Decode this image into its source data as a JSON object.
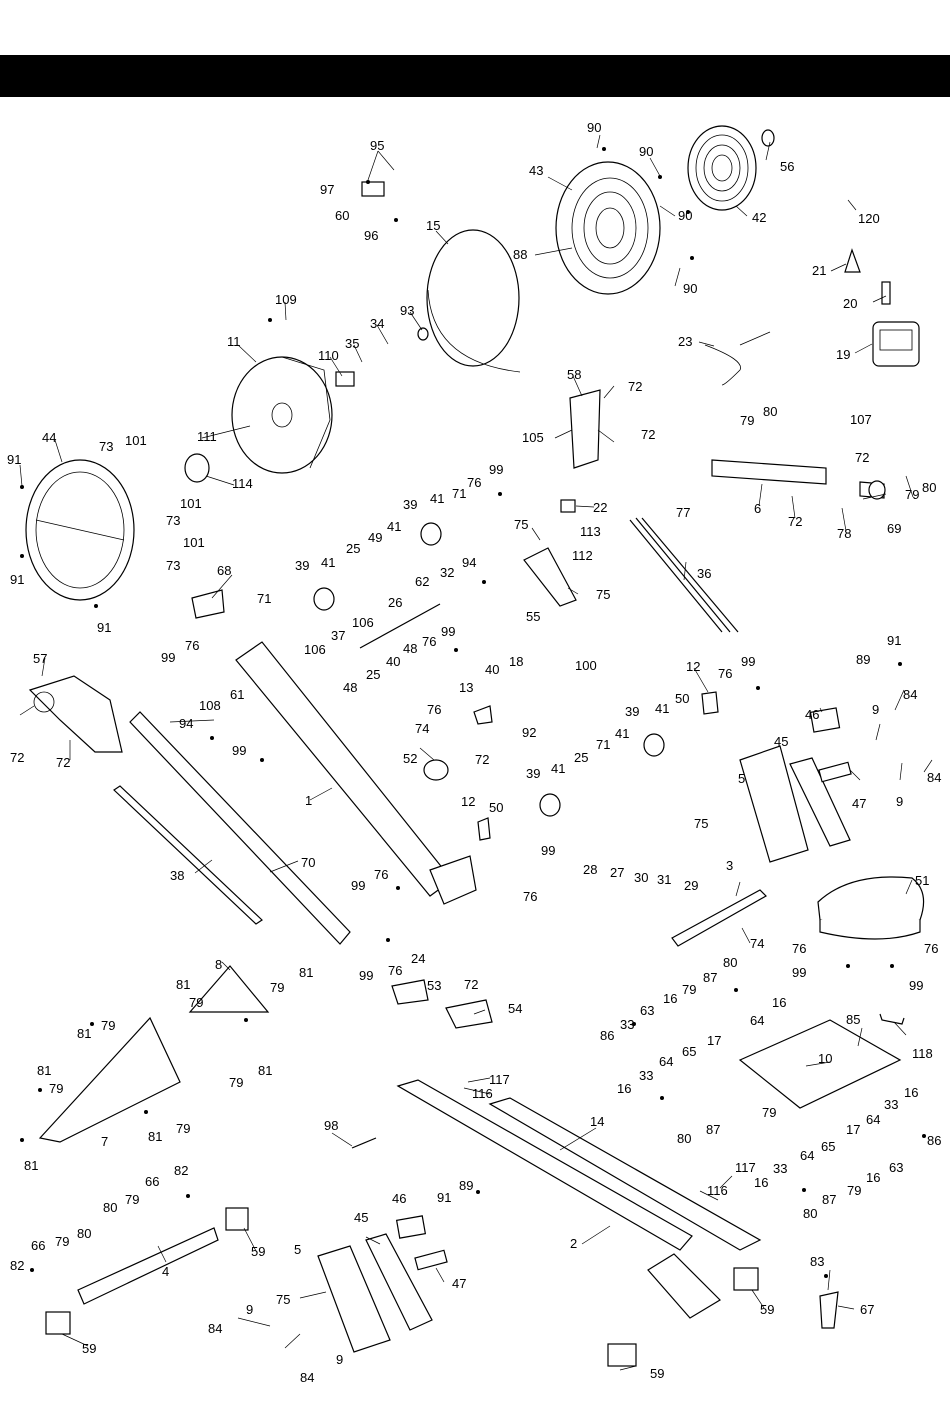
{
  "header": {
    "title": ""
  },
  "labels": [
    {
      "id": "p90a",
      "text": "90"
    },
    {
      "id": "p95",
      "text": "95"
    },
    {
      "id": "p90b",
      "text": "90"
    },
    {
      "id": "p43",
      "text": "43"
    },
    {
      "id": "p56",
      "text": "56"
    },
    {
      "id": "p97",
      "text": "97"
    },
    {
      "id": "p60",
      "text": "60"
    },
    {
      "id": "p96",
      "text": "96"
    },
    {
      "id": "p15",
      "text": "15"
    },
    {
      "id": "p90c",
      "text": "90"
    },
    {
      "id": "p42",
      "text": "42"
    },
    {
      "id": "p120",
      "text": "120"
    },
    {
      "id": "p88",
      "text": "88"
    },
    {
      "id": "p90d",
      "text": "90"
    },
    {
      "id": "p21",
      "text": "21"
    },
    {
      "id": "p109",
      "text": "109"
    },
    {
      "id": "p20",
      "text": "20"
    },
    {
      "id": "p93",
      "text": "93"
    },
    {
      "id": "p34",
      "text": "34"
    },
    {
      "id": "p11",
      "text": "11"
    },
    {
      "id": "p35",
      "text": "35"
    },
    {
      "id": "p23",
      "text": "23"
    },
    {
      "id": "p19",
      "text": "19"
    },
    {
      "id": "p110",
      "text": "110"
    },
    {
      "id": "p58",
      "text": "58"
    },
    {
      "id": "p72a",
      "text": "72"
    },
    {
      "id": "p79a",
      "text": "79"
    },
    {
      "id": "p80a",
      "text": "80"
    },
    {
      "id": "p107",
      "text": "107"
    },
    {
      "id": "p44",
      "text": "44"
    },
    {
      "id": "p111",
      "text": "111"
    },
    {
      "id": "p105",
      "text": "105"
    },
    {
      "id": "p72b",
      "text": "72"
    },
    {
      "id": "p73a",
      "text": "73"
    },
    {
      "id": "p101a",
      "text": "101"
    },
    {
      "id": "p72c",
      "text": "72"
    },
    {
      "id": "p91a",
      "text": "91"
    },
    {
      "id": "p114",
      "text": "114"
    },
    {
      "id": "p99a",
      "text": "99"
    },
    {
      "id": "p79b",
      "text": "79"
    },
    {
      "id": "p80b",
      "text": "80"
    },
    {
      "id": "p71a",
      "text": "71"
    },
    {
      "id": "p76a",
      "text": "76"
    },
    {
      "id": "p101b",
      "text": "101"
    },
    {
      "id": "p39a",
      "text": "39"
    },
    {
      "id": "p41a",
      "text": "41"
    },
    {
      "id": "p22",
      "text": "22"
    },
    {
      "id": "p77",
      "text": "77"
    },
    {
      "id": "p6",
      "text": "6"
    },
    {
      "id": "p72d",
      "text": "72"
    },
    {
      "id": "p69",
      "text": "69"
    },
    {
      "id": "p73b",
      "text": "73"
    },
    {
      "id": "p75a",
      "text": "75"
    },
    {
      "id": "p113",
      "text": "113"
    },
    {
      "id": "p78",
      "text": "78"
    },
    {
      "id": "p49",
      "text": "49"
    },
    {
      "id": "p41b",
      "text": "41"
    },
    {
      "id": "p25a",
      "text": "25"
    },
    {
      "id": "p101c",
      "text": "101"
    },
    {
      "id": "p112",
      "text": "112"
    },
    {
      "id": "p91b",
      "text": "91"
    },
    {
      "id": "p73c",
      "text": "73"
    },
    {
      "id": "p39b",
      "text": "39"
    },
    {
      "id": "p41c",
      "text": "41"
    },
    {
      "id": "p94a",
      "text": "94"
    },
    {
      "id": "p36",
      "text": "36"
    },
    {
      "id": "p68",
      "text": "68"
    },
    {
      "id": "p62",
      "text": "62"
    },
    {
      "id": "p32",
      "text": "32"
    },
    {
      "id": "p75b",
      "text": "75"
    },
    {
      "id": "p71b",
      "text": "71"
    },
    {
      "id": "p26",
      "text": "26"
    },
    {
      "id": "p55",
      "text": "55"
    },
    {
      "id": "p91c",
      "text": "91"
    },
    {
      "id": "p106a",
      "text": "106"
    },
    {
      "id": "p37",
      "text": "37"
    },
    {
      "id": "p106b",
      "text": "106"
    },
    {
      "id": "p48a",
      "text": "48"
    },
    {
      "id": "p76b",
      "text": "76"
    },
    {
      "id": "p99b",
      "text": "99"
    },
    {
      "id": "p91d",
      "text": "91"
    },
    {
      "id": "p57",
      "text": "57"
    },
    {
      "id": "p76c",
      "text": "76"
    },
    {
      "id": "p99c",
      "text": "99"
    },
    {
      "id": "p40a",
      "text": "40"
    },
    {
      "id": "p18",
      "text": "18"
    },
    {
      "id": "p100",
      "text": "100"
    },
    {
      "id": "p89a",
      "text": "89"
    },
    {
      "id": "p12a",
      "text": "12"
    },
    {
      "id": "p76d",
      "text": "76"
    },
    {
      "id": "p99d",
      "text": "99"
    },
    {
      "id": "p48b",
      "text": "48"
    },
    {
      "id": "p25b",
      "text": "25"
    },
    {
      "id": "p40b",
      "text": "40"
    },
    {
      "id": "p84a",
      "text": "84"
    },
    {
      "id": "p108",
      "text": "108"
    },
    {
      "id": "p61",
      "text": "61"
    },
    {
      "id": "p13",
      "text": "13"
    },
    {
      "id": "p50a",
      "text": "50"
    },
    {
      "id": "p94b",
      "text": "94"
    },
    {
      "id": "p76e",
      "text": "76"
    },
    {
      "id": "p74a",
      "text": "74"
    },
    {
      "id": "p92",
      "text": "92"
    },
    {
      "id": "p39c",
      "text": "39"
    },
    {
      "id": "p41d",
      "text": "41"
    },
    {
      "id": "p72e",
      "text": "72"
    },
    {
      "id": "p99e",
      "text": "99"
    },
    {
      "id": "p46a",
      "text": "46"
    },
    {
      "id": "p9a",
      "text": "9"
    },
    {
      "id": "p45a",
      "text": "45"
    },
    {
      "id": "p72f",
      "text": "72"
    },
    {
      "id": "p52",
      "text": "52"
    },
    {
      "id": "p72g",
      "text": "72"
    },
    {
      "id": "p71c",
      "text": "71"
    },
    {
      "id": "p41e",
      "text": "41"
    },
    {
      "id": "p84b",
      "text": "84"
    },
    {
      "id": "p25c",
      "text": "25"
    },
    {
      "id": "p5a",
      "text": "5"
    },
    {
      "id": "p1",
      "text": "1"
    },
    {
      "id": "p39d",
      "text": "39"
    },
    {
      "id": "p41f",
      "text": "41"
    },
    {
      "id": "p47a",
      "text": "47"
    },
    {
      "id": "p9b",
      "text": "9"
    },
    {
      "id": "p12b",
      "text": "12"
    },
    {
      "id": "p50b",
      "text": "50"
    },
    {
      "id": "p75c",
      "text": "75"
    },
    {
      "id": "p99f",
      "text": "99"
    },
    {
      "id": "p38",
      "text": "38"
    },
    {
      "id": "p70",
      "text": "70"
    },
    {
      "id": "p28",
      "text": "28"
    },
    {
      "id": "p27",
      "text": "27"
    },
    {
      "id": "p30",
      "text": "30"
    },
    {
      "id": "p31",
      "text": "31"
    },
    {
      "id": "p3",
      "text": "3"
    },
    {
      "id": "p51",
      "text": "51"
    },
    {
      "id": "p99g",
      "text": "99"
    },
    {
      "id": "p76f",
      "text": "76"
    },
    {
      "id": "p76g",
      "text": "76"
    },
    {
      "id": "p29",
      "text": "29"
    },
    {
      "id": "p74b",
      "text": "74"
    },
    {
      "id": "p76h",
      "text": "76"
    },
    {
      "id": "p76i",
      "text": "76"
    },
    {
      "id": "p24",
      "text": "24"
    },
    {
      "id": "p99h",
      "text": "99"
    },
    {
      "id": "p76j",
      "text": "76"
    },
    {
      "id": "p99i",
      "text": "99"
    },
    {
      "id": "p99j",
      "text": "99"
    },
    {
      "id": "p8",
      "text": "8"
    },
    {
      "id": "p81a",
      "text": "81"
    },
    {
      "id": "p80c",
      "text": "80"
    },
    {
      "id": "p81b",
      "text": "81"
    },
    {
      "id": "p72h",
      "text": "72"
    },
    {
      "id": "p79c",
      "text": "79"
    },
    {
      "id": "p87a",
      "text": "87"
    },
    {
      "id": "p79d",
      "text": "79"
    },
    {
      "id": "p16a",
      "text": "16"
    },
    {
      "id": "p53",
      "text": "53"
    },
    {
      "id": "p63a",
      "text": "63"
    },
    {
      "id": "p33a",
      "text": "33"
    },
    {
      "id": "p16b",
      "text": "16"
    },
    {
      "id": "p79e",
      "text": "79"
    },
    {
      "id": "p81c",
      "text": "81"
    },
    {
      "id": "p86a",
      "text": "86"
    },
    {
      "id": "p64a",
      "text": "64"
    },
    {
      "id": "p54",
      "text": "54"
    },
    {
      "id": "p85",
      "text": "85"
    },
    {
      "id": "p79f",
      "text": "79"
    },
    {
      "id": "p81d",
      "text": "81"
    },
    {
      "id": "p17a",
      "text": "17"
    },
    {
      "id": "p118",
      "text": "118"
    },
    {
      "id": "p81e",
      "text": "81"
    },
    {
      "id": "p33b",
      "text": "33"
    },
    {
      "id": "p65a",
      "text": "65"
    },
    {
      "id": "p64b",
      "text": "64"
    },
    {
      "id": "p10",
      "text": "10"
    },
    {
      "id": "p79g",
      "text": "79"
    },
    {
      "id": "p16c",
      "text": "16"
    },
    {
      "id": "p117a",
      "text": "117"
    },
    {
      "id": "p116a",
      "text": "116"
    },
    {
      "id": "p16d",
      "text": "16"
    },
    {
      "id": "p79h",
      "text": "79"
    },
    {
      "id": "p81f",
      "text": "81"
    },
    {
      "id": "p79i",
      "text": "79"
    },
    {
      "id": "p87b",
      "text": "87"
    },
    {
      "id": "p33c",
      "text": "33"
    },
    {
      "id": "p80d",
      "text": "80"
    },
    {
      "id": "p7",
      "text": "7"
    },
    {
      "id": "p98",
      "text": "98"
    },
    {
      "id": "p14",
      "text": "14"
    },
    {
      "id": "p64c",
      "text": "64"
    },
    {
      "id": "p17b",
      "text": "17"
    },
    {
      "id": "p86b",
      "text": "86"
    },
    {
      "id": "p81g",
      "text": "81"
    },
    {
      "id": "p79j",
      "text": "79"
    },
    {
      "id": "p65b",
      "text": "65"
    },
    {
      "id": "p64d",
      "text": "64"
    },
    {
      "id": "p33d",
      "text": "33"
    },
    {
      "id": "p63b",
      "text": "63"
    },
    {
      "id": "p16e",
      "text": "16"
    },
    {
      "id": "p80e",
      "text": "80"
    },
    {
      "id": "p87c",
      "text": "87"
    },
    {
      "id": "p79k",
      "text": "79"
    },
    {
      "id": "p16f",
      "text": "16"
    },
    {
      "id": "p82a",
      "text": "82"
    },
    {
      "id": "p66a",
      "text": "66"
    },
    {
      "id": "p46b",
      "text": "46"
    },
    {
      "id": "p91e",
      "text": "91"
    },
    {
      "id": "p89b",
      "text": "89"
    },
    {
      "id": "p79l",
      "text": "79"
    },
    {
      "id": "p80f",
      "text": "80"
    },
    {
      "id": "p45b",
      "text": "45"
    },
    {
      "id": "p117b",
      "text": "117"
    },
    {
      "id": "p116b",
      "text": "116"
    },
    {
      "id": "p59a",
      "text": "59"
    },
    {
      "id": "p66b",
      "text": "66"
    },
    {
      "id": "p79m",
      "text": "79"
    },
    {
      "id": "p80g",
      "text": "80"
    },
    {
      "id": "p5b",
      "text": "5"
    },
    {
      "id": "p2",
      "text": "2"
    },
    {
      "id": "p82b",
      "text": "82"
    },
    {
      "id": "p4",
      "text": "4"
    },
    {
      "id": "p47b",
      "text": "47"
    },
    {
      "id": "p83",
      "text": "83"
    },
    {
      "id": "p75d",
      "text": "75"
    },
    {
      "id": "p59b",
      "text": "59"
    },
    {
      "id": "p67",
      "text": "67"
    },
    {
      "id": "p9c",
      "text": "9"
    },
    {
      "id": "p59c",
      "text": "59"
    },
    {
      "id": "p84c",
      "text": "84"
    },
    {
      "id": "p9d",
      "text": "9"
    },
    {
      "id": "p84d",
      "text": "84"
    },
    {
      "id": "p59d",
      "text": "59"
    }
  ]
}
